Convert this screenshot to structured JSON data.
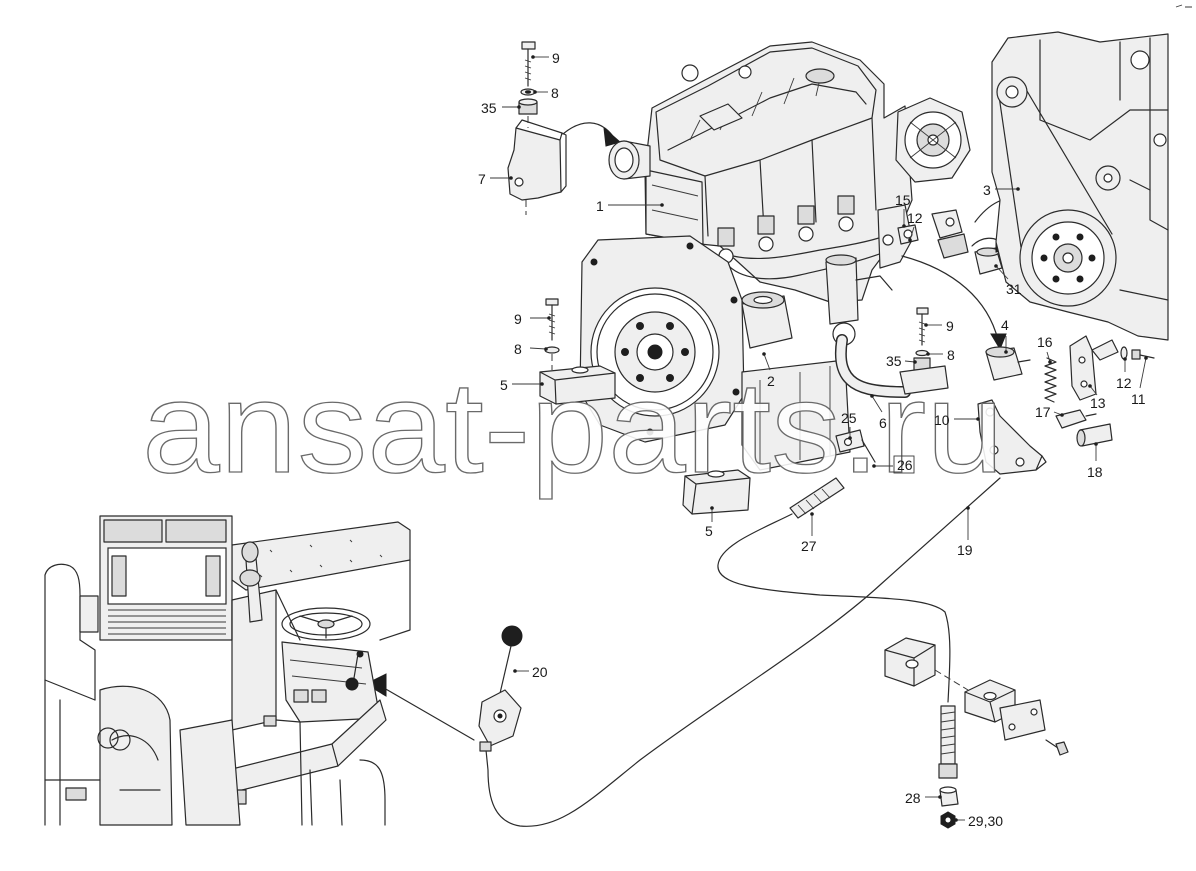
{
  "figure": {
    "callouts": [
      "9",
      "8",
      "35",
      "7",
      "1",
      "9",
      "8",
      "5",
      "2",
      "6",
      "25",
      "26",
      "5",
      "27",
      "19",
      "10",
      "17",
      "18",
      "13",
      "11",
      "12",
      "16",
      "4",
      "31",
      "3",
      "15",
      "12",
      "9",
      "35",
      "8",
      "20",
      "28",
      "29,30"
    ],
    "watermark": "ansat-parts.ru"
  },
  "colors": {
    "line": "#2b2b2b",
    "background": "#ffffff",
    "shading": "#efefef"
  }
}
